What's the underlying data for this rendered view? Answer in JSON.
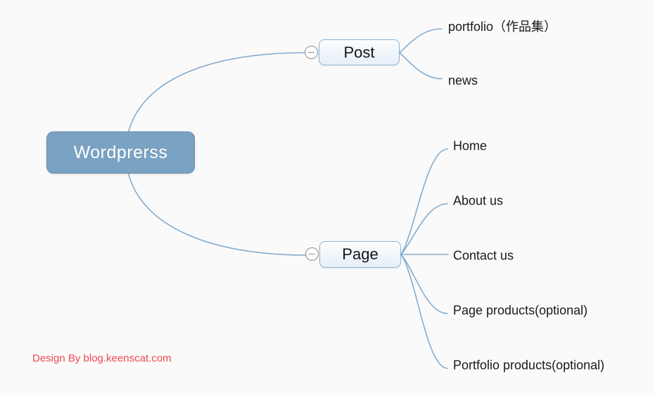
{
  "canvas": {
    "background": "#fafafa"
  },
  "root": {
    "label": "Wordprerss",
    "fill_color": "#7aa2c2",
    "text_color": "#ffffff"
  },
  "branches": [
    {
      "label": "Post",
      "collapse_icon": "minus-circle",
      "children": [
        {
          "label": "portfolio（作品集）"
        },
        {
          "label": "news"
        }
      ]
    },
    {
      "label": "Page",
      "collapse_icon": "minus-circle",
      "children": [
        {
          "label": "Home"
        },
        {
          "label": "About us"
        },
        {
          "label": "Contact us"
        },
        {
          "label": "Page products(optional)"
        },
        {
          "label": "Portfolio products(optional)"
        }
      ]
    }
  ],
  "footer": {
    "credit": "Design By blog.keenscat.com",
    "color": "#f0484e"
  },
  "colors": {
    "edge": "#85accd",
    "branch_border": "#8fb5d3",
    "collapse_icon_gray": "#8d8d8d"
  }
}
